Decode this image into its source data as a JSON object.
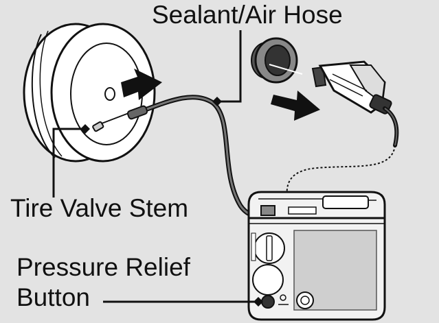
{
  "callouts": {
    "sealant_air_hose": "Sealant/Air Hose",
    "tire_valve_stem": "Tire Valve Stem",
    "pressure_relief_line1": "Pressure Relief",
    "pressure_relief_line2": "Button"
  },
  "colors": {
    "background": "#e3e3e3",
    "line": "#111111",
    "tire_fill": "#ffffff",
    "compressor_fill": "#f2f2f2",
    "panel_fill": "#cfcfcf"
  }
}
